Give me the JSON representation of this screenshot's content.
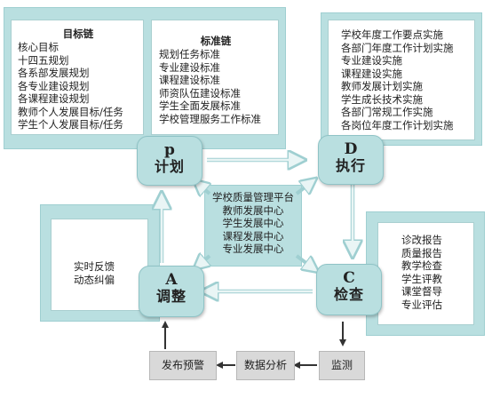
{
  "goal_chain": {
    "title": "目标链",
    "items": [
      "核心目标",
      "十四五规划",
      "各系部发展规划",
      "各专业建设规划",
      "各课程建设规划",
      "教师个人发展目标/任务",
      "学生个人发展目标/任务"
    ]
  },
  "standard_chain": {
    "title": "标准链",
    "items": [
      "规划任务标准",
      "专业建设标准",
      "课程建设标准",
      "师资队伍建设标准",
      "学生全面发展标准",
      "学校管理服务工作标准"
    ]
  },
  "execution_list": {
    "items": [
      "学校年度工作要点实施",
      "各部门年度工作计划实施",
      "专业建设实施",
      "课程建设实施",
      "教师发展计划实施",
      "学生成长技术实施",
      "各部门常规工作实施",
      "各岗位年度工作计划实施"
    ]
  },
  "check_list": {
    "items": [
      "诊改报告",
      "质量报告",
      "教学检查",
      "学生评教",
      "课堂督导",
      "专业评估"
    ]
  },
  "adjust_list": {
    "items": [
      "实时反馈",
      "动态纠偏"
    ]
  },
  "center": {
    "items": [
      "学校质量管理平台",
      "教师发展中心",
      "学生发展中心",
      "课程发展中心",
      "专业发展中心"
    ]
  },
  "nodes": {
    "plan": {
      "letter": "p",
      "word": "计划"
    },
    "do": {
      "letter": "D",
      "word": "执行"
    },
    "check": {
      "letter": "C",
      "word": "检查"
    },
    "act": {
      "letter": "A",
      "word": "调整"
    }
  },
  "flow": {
    "monitor": "监测",
    "analysis": "数据分析",
    "warning": "发布预警"
  }
}
